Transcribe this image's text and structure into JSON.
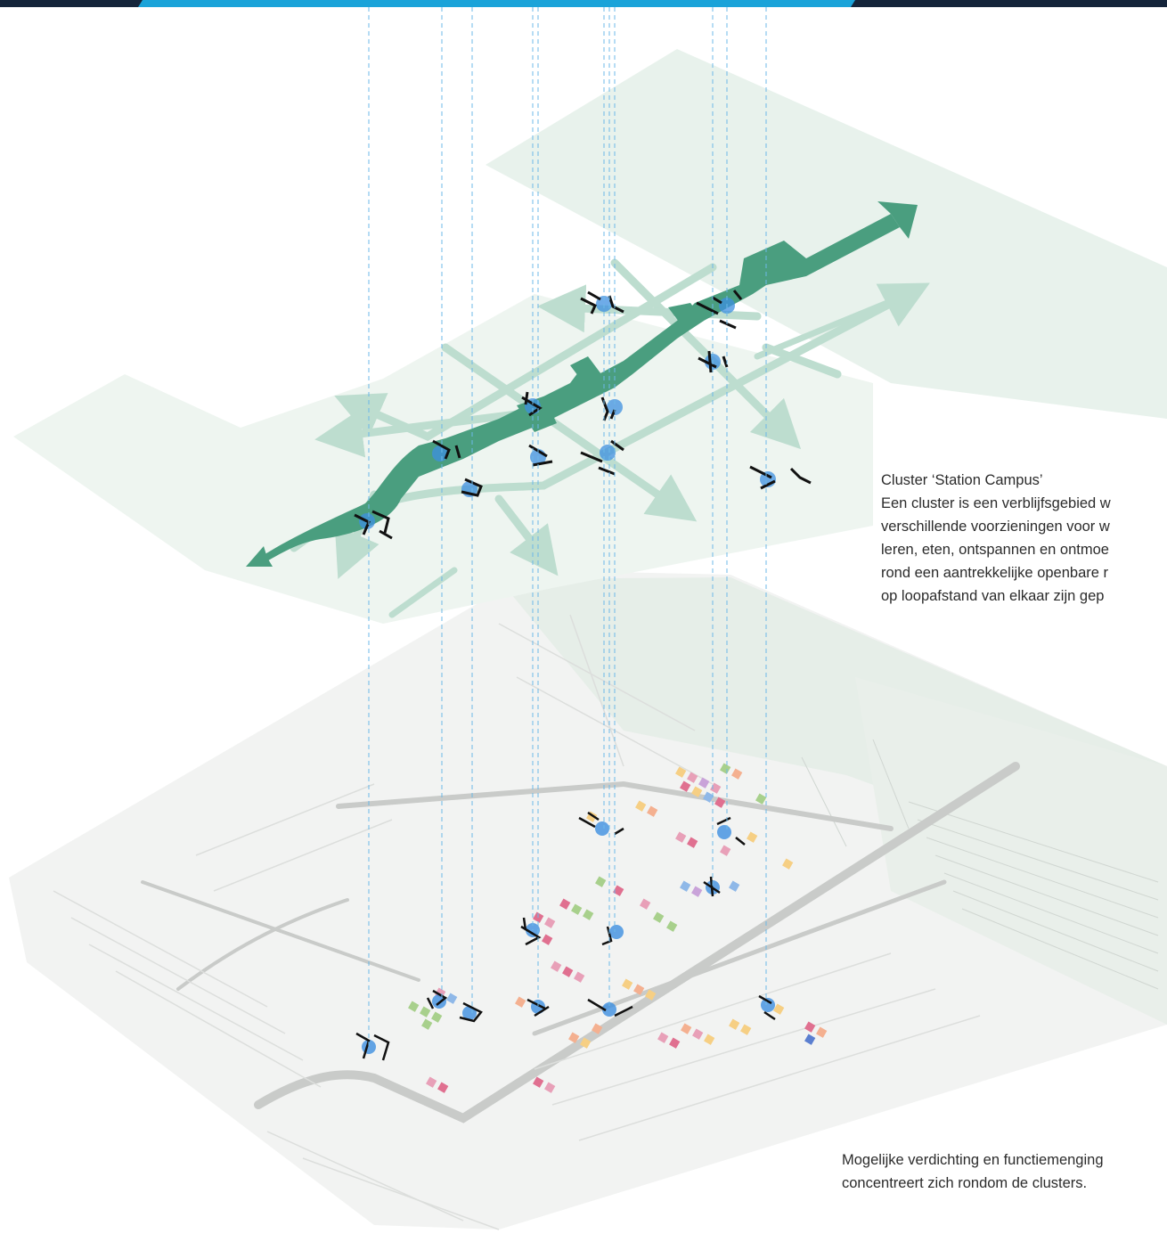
{
  "colors": {
    "topbar_dark": "#14243a",
    "topbar_accent": "#1aa3d9",
    "cluster_axis": "#4a9e7f",
    "route_light": "#bdddcf",
    "ground_light": "#e8f2ec",
    "map_base": "#eef0ee",
    "leader_line": "#6cb8e8",
    "node_blue": "#3d8fe0",
    "structure": "#111111"
  },
  "captions": {
    "top": {
      "title": "Cluster ‘Station Campus’",
      "lines": [
        "Een cluster is een verblijfsgebied w",
        "verschillende voorzieningen voor w",
        "leren, eten, ontspannen en ontmoe",
        "rond een aantrekkelijke openbare r",
        "op loopafstand van elkaar zijn gep"
      ]
    },
    "bottom": {
      "lines": [
        "Mogelijke verdichting en functiemenging",
        "concentreert zich rondom de clusters."
      ]
    }
  },
  "icons": {
    "cluster_node": "cluster-node-icon",
    "direction_arrow": "arrow-icon"
  }
}
